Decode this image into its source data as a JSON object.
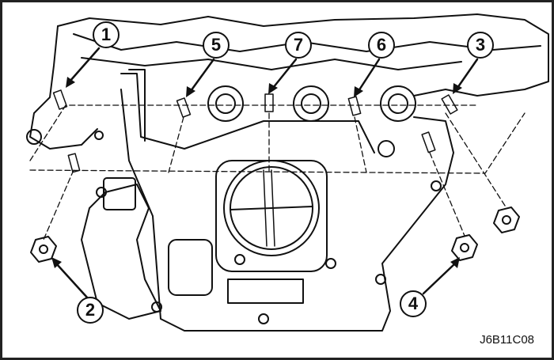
{
  "figure_code": "J6B11C08",
  "callouts": [
    {
      "label": "1",
      "target": "stud"
    },
    {
      "label": "5",
      "target": "stud"
    },
    {
      "label": "7",
      "target": "stud"
    },
    {
      "label": "6",
      "target": "stud"
    },
    {
      "label": "3",
      "target": "stud"
    },
    {
      "label": "2",
      "target": "nut"
    },
    {
      "label": "4",
      "target": "nut"
    }
  ]
}
